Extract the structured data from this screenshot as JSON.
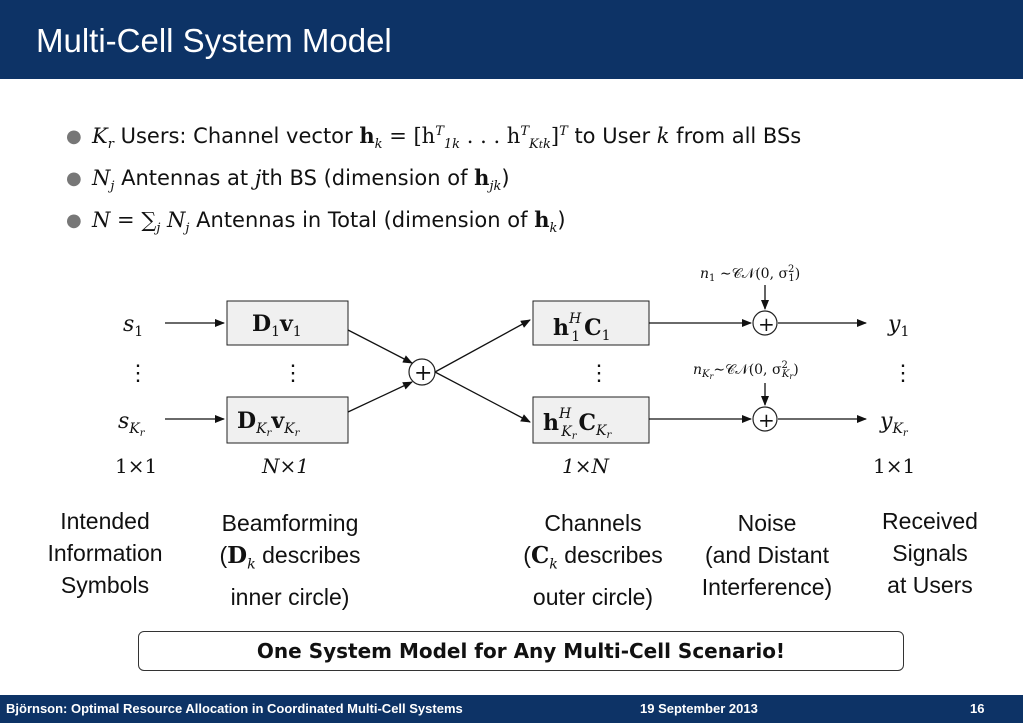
{
  "slide": {
    "title": "Multi-Cell System Model"
  },
  "bullets": [
    {
      "pre": "K",
      "pre_sub": "r",
      "t1": " Users: Channel vector ",
      "eq": "h",
      "eq_sub": "k",
      "eq_rest": " = [h",
      "eq_sup1": "T",
      "eq_sub1": "1k",
      "eq_dots": " . . . h",
      "eq_sup2": "T",
      "eq_sub2": "K",
      "eq_sub2b": "t",
      "eq_sub2c": "k",
      "eq_close": "]",
      "eq_sup3": "T",
      "t2": "  to User ",
      "k": "k",
      "t3": " from all BSs"
    },
    {
      "pre": "N",
      "pre_sub": "j",
      "t1": " Antennas at ",
      "j": "j",
      "t2": "th BS (dimension of ",
      "h": "h",
      "h_sub": "jk",
      "t3": ")"
    },
    {
      "pre": "N = ∑",
      "pre_sub": "j",
      "pre2": " N",
      "pre2_sub": "j",
      "t1": " Antennas in Total (dimension of ",
      "h": "h",
      "h_sub": "k",
      "t2": ")"
    }
  ],
  "diagram": {
    "inputs": {
      "s1": "s",
      "s1_sub": "1",
      "sK": "s",
      "sK_sub": "K",
      "sK_sub2": "r",
      "dim": "1×1"
    },
    "beamforming": {
      "b1": "D",
      "b1_sub": "1",
      "b1_v": "v",
      "b1_vsub": "1",
      "b2": "D",
      "b2_sub": "K",
      "b2_sub2": "r",
      "b2_v": "v",
      "b2_vsub": "K",
      "b2_vsub2": "r",
      "dim": "N×1"
    },
    "channels": {
      "c1_h": "h",
      "c1_sup": "H",
      "c1_sub": "1",
      "c1_c": "C",
      "c1_csub": "1",
      "c2_h": "h",
      "c2_sup": "H",
      "c2_sub": "K",
      "c2_sub2": "r",
      "c2_c": "C",
      "c2_csub": "K",
      "c2_csub2": "r",
      "dim": "1×N"
    },
    "noise": {
      "n1": "n",
      "n1_sub": "1",
      "n1_dist": " ∼𝒞𝒩(0, σ",
      "n1_sup": "2",
      "n1_ssub": "1",
      "n1_close": ")",
      "nK": "n",
      "nK_sub": "K",
      "nK_sub2": "r",
      "nK_dist": "∼𝒞𝒩(0, σ",
      "nK_sup": "2",
      "nK_ssub": "K",
      "nK_ssub2": "r",
      "nK_close": ")"
    },
    "outputs": {
      "y1": "y",
      "y1_sub": "1",
      "yK": "y",
      "yK_sub": "K",
      "yK_sub2": "r",
      "dim": "1×1"
    },
    "symbols": {
      "vdots": "⋮",
      "plus": "+"
    }
  },
  "captions": {
    "intended": [
      "Intended",
      "Information",
      "Symbols"
    ],
    "beamforming": {
      "l1": "Beamforming",
      "l2_open": "(",
      "l2_math": "D",
      "l2_sub": "k",
      "l2_text": " describes",
      "l3": "inner circle)"
    },
    "channels": {
      "l1": "Channels",
      "l2_open": "(",
      "l2_math": "C",
      "l2_sub": "k",
      "l2_text": " describes",
      "l3": "outer circle)"
    },
    "noise": [
      "Noise",
      "(and Distant",
      "Interference)"
    ],
    "received": [
      "Received",
      "Signals",
      "at Users"
    ]
  },
  "callout": "One System Model for Any Multi-Cell Scenario!",
  "footer": {
    "left": "Björnson: Optimal Resource Allocation in Coordinated Multi-Cell Systems",
    "center": "19 September 2013",
    "right": "16"
  },
  "colors": {
    "header_bg": "#0d3366",
    "box_fill": "#f0f0f0"
  }
}
